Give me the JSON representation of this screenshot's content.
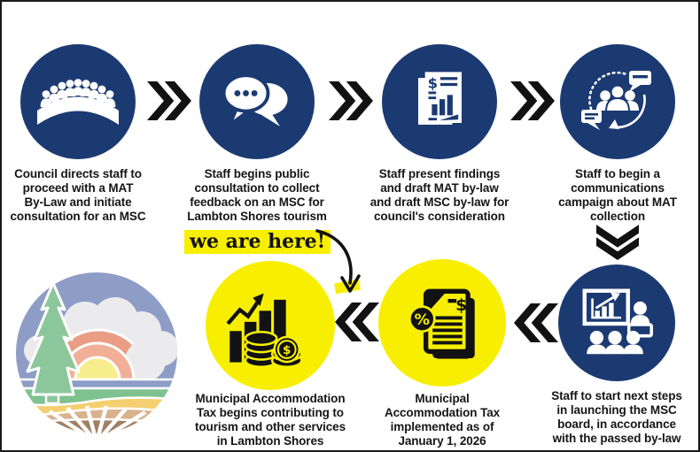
{
  "colors": {
    "navy": "#1c3a72",
    "yellow": "#f8ef00",
    "ink": "#121212",
    "background": "#ffffff",
    "highlight": "#f8ef00"
  },
  "marker": {
    "label": "we are here!"
  },
  "logo": {
    "label": "Lambton Shores logo"
  },
  "steps_top": [
    {
      "icon": "council-icon",
      "caption": "Council directs staff to\nproceed with a MAT\nBy-Law and initiate\nconsultation for an MSC"
    },
    {
      "icon": "chat-bubbles-icon",
      "caption": "Staff begins public\nconsultation to collect\nfeedback on an MSC for\nLambton Shores tourism"
    },
    {
      "icon": "report-findings-icon",
      "caption": "Staff present findings\nand draft MAT by-law\nand draft MSC by-law for\ncouncil's consideration"
    },
    {
      "icon": "communications-icon",
      "caption": "Staff to begin a\ncommunications\ncampaign about MAT\ncollection"
    }
  ],
  "steps_bottom": [
    {
      "icon": "presentation-icon",
      "caption": "Staff to start next steps\nin launching the MSC\nboard, in accordance\nwith the passed by-law"
    },
    {
      "icon": "tax-document-icon",
      "caption": "Municipal\nAccommodation Tax\nimplemented as of\nJanuary 1, 2026"
    },
    {
      "icon": "growth-coins-icon",
      "caption": "Municipal Accommodation\nTax begins contributing to\ntourism and other services\nin Lambton Shores"
    }
  ]
}
